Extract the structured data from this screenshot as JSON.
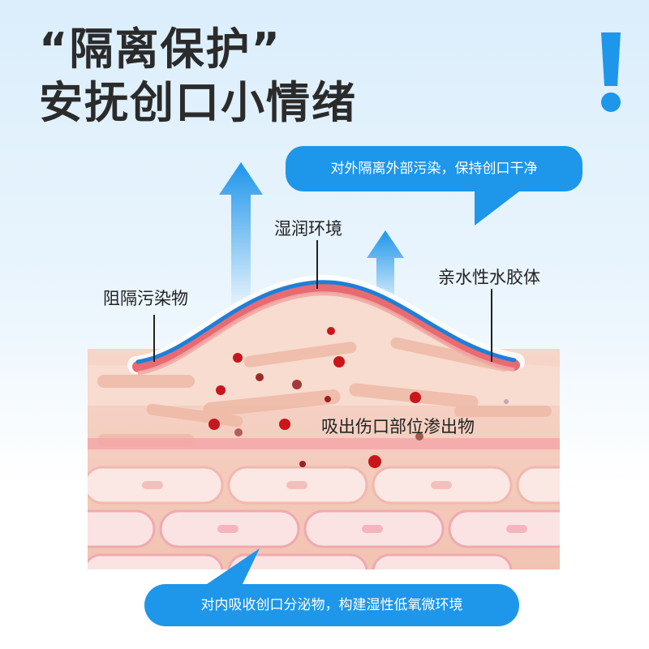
{
  "headline": {
    "line1": "“隔离保护”",
    "line2": "安抚创口小情绪"
  },
  "callouts": {
    "outer_isolation": "对外隔离外部污染，保持创口干净",
    "inner_absorption": "对内吸收创口分泌物，构建湿性低氧微环境"
  },
  "labels": {
    "moist_environment": "湿润环境",
    "block_pollutants": "阻隔污染物",
    "hydrocolloid": "亲水性水胶体",
    "absorb_exudate": "吸出伤口部位渗出物"
  },
  "colors": {
    "accent_blue": "#1e96ea",
    "skin_pink": "#f3c7b6",
    "dressing_red": "#e86b72",
    "particle_red": "#c8161d"
  }
}
